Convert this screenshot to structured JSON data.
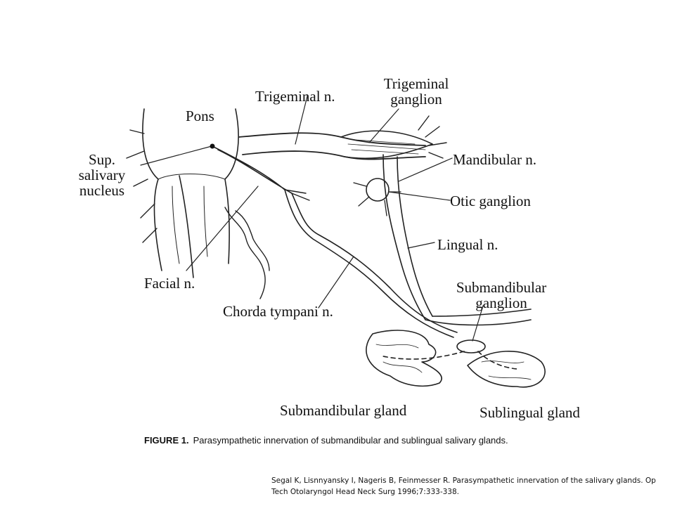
{
  "labels": {
    "trigeminal_n": "Trigeminal n.",
    "trigeminal_ganglion_1": "Trigeminal",
    "trigeminal_ganglion_2": "ganglion",
    "pons": "Pons",
    "sup_1": "Sup.",
    "sup_2": "salivary",
    "sup_3": "nucleus",
    "mandibular_n": "Mandibular n.",
    "otic_ganglion": "Otic ganglion",
    "lingual_n": "Lingual n.",
    "facial_n": "Facial n.",
    "submandibular_ganglion_1": "Submandibular",
    "submandibular_ganglion_2": "ganglion",
    "chorda_tympani_n": "Chorda tympani n.",
    "submandibular_gland": "Submandibular gland",
    "sublingual_gland": "Sublingual gland"
  },
  "caption": {
    "figure_label": "FIGURE 1.",
    "text": "Parasympathetic innervation of submandibular and sublingual salivary glands."
  },
  "citation": "Segal K, Lisnnyansky I, Nageris B, Feinmesser R. Parasympathetic innervation of the salivary glands. Op Tech Otolaryngol Head Neck Surg 1996;7:333-338."
}
